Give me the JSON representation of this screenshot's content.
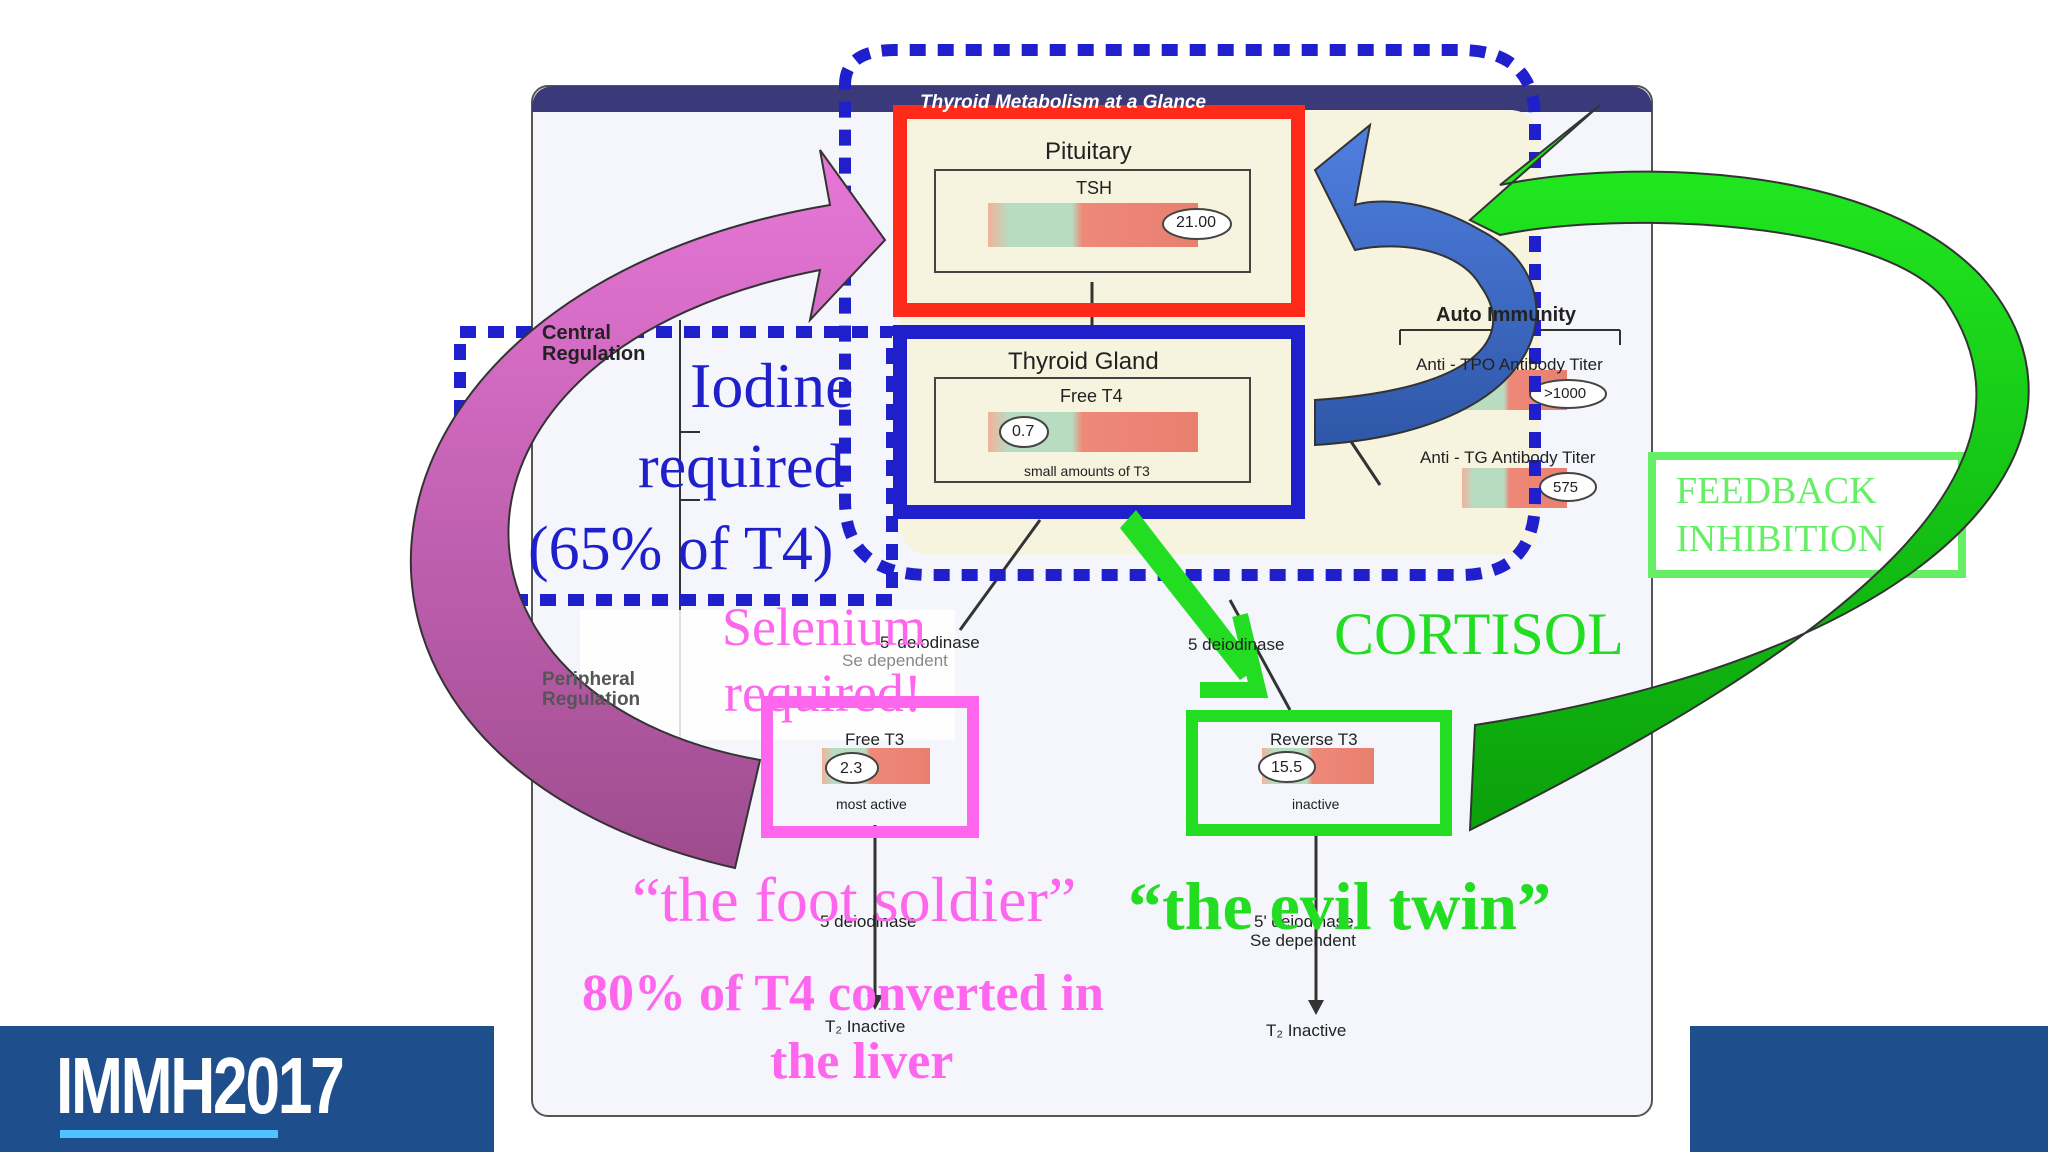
{
  "slide": {
    "header_title": "Thyroid Metabolism at a Glance",
    "pituitary": {
      "title": "Pituitary",
      "hormone": "TSH",
      "value": "21.00"
    },
    "thyroid": {
      "title": "Thyroid Gland",
      "hormone": "Free T4",
      "value": "0.7",
      "note": "small amounts of T3"
    },
    "central_regulation": "Central\nRegulation",
    "peripheral_regulation": "Peripheral\nRegulation",
    "auto_immunity": {
      "title": "Auto Immunity",
      "tpo": {
        "label": "Anti - TPO Antibody Titer",
        "value": ">1000"
      },
      "tg": {
        "label": "Anti - TG Antibody Titer",
        "value": "575"
      }
    },
    "deiodinase_left": {
      "line1": "5' deiodinase",
      "line2": "Se dependent"
    },
    "deiodinase_right": "5 deiodinase",
    "free_t3": {
      "title": "Free T3",
      "value": "2.3",
      "note": "most active"
    },
    "reverse_t3": {
      "title": "Reverse T3",
      "value": "15.5",
      "note": "inactive"
    },
    "lower_left_enzyme": "5 deiodinase",
    "lower_right_enzyme": {
      "line1": "5' deiodinase",
      "line2": "Se dependent"
    },
    "t2_left": "T₂ Inactive",
    "t2_right": "T₂ Inactive"
  },
  "annotations": {
    "iodine": [
      "Iodine",
      "required",
      "(65% of T4)"
    ],
    "selenium": [
      "Selenium",
      "required!"
    ],
    "foot_soldier": "“the foot soldier”",
    "evil_twin": "“the evil twin”",
    "converted": [
      "80% of T4 converted in",
      "the liver"
    ],
    "cortisol": "CORTISOL",
    "feedback": [
      "FEEDBACK",
      "INHIBITION"
    ]
  },
  "logo": {
    "text": "IMMH2017"
  },
  "colors": {
    "red_box": "#ff2a1a",
    "blue_box": "#1f1fcc",
    "pink": "#ff66ee",
    "green": "#22dd22",
    "header": "#3a3a7a"
  }
}
